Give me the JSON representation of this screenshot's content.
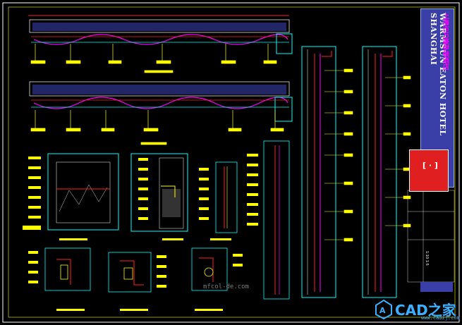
{
  "title_block": {
    "project_name_en": "WARMSUN EATON HOTEL SHANGHAI",
    "project_name_cn": "上海市万豪伊顿酒店",
    "seal_text": "[ · ]",
    "scale_text": "1:10 1:5"
  },
  "watermark": {
    "site_text": "mfcol-de.com",
    "brand_text": "CAD之家",
    "brand_url": "www.cadzj.com"
  },
  "colors": {
    "background": "#000000",
    "drawing_yellow": "#ffff00",
    "drawing_cyan": "#00ffff",
    "drawing_red": "#ff2020",
    "drawing_magenta": "#ff00ff",
    "drawing_blue": "#3a3fa8",
    "drawing_white": "#ffffff"
  }
}
